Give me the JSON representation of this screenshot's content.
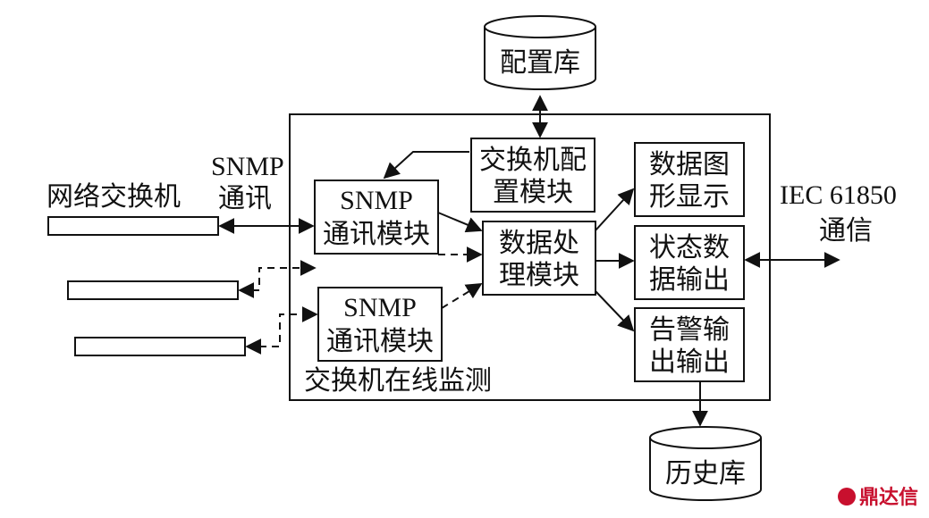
{
  "databases": {
    "config": "配置库",
    "history": "历史库"
  },
  "container_label": "交换机在线监测",
  "left": {
    "switch_label": "网络交换机",
    "comm_line1": "SNMP",
    "comm_line2": "通讯"
  },
  "modules": {
    "snmp1": {
      "line1": "SNMP",
      "line2": "通讯模块"
    },
    "snmp2": {
      "line1": "SNMP",
      "line2": "通讯模块"
    },
    "switch_config": {
      "line1": "交换机配",
      "line2": "置模块"
    },
    "data_processing": {
      "line1": "数据处",
      "line2": "理模块"
    },
    "graph_display": {
      "line1": "数据图",
      "line2": "形显示"
    },
    "status_output": {
      "line1": "状态数",
      "line2": "据输出"
    },
    "alarm_output": {
      "line1": "告警输",
      "line2": "出输出"
    }
  },
  "right": {
    "iec_line1": "IEC 61850",
    "iec_line2": "通信"
  },
  "watermark": "鼎达信"
}
